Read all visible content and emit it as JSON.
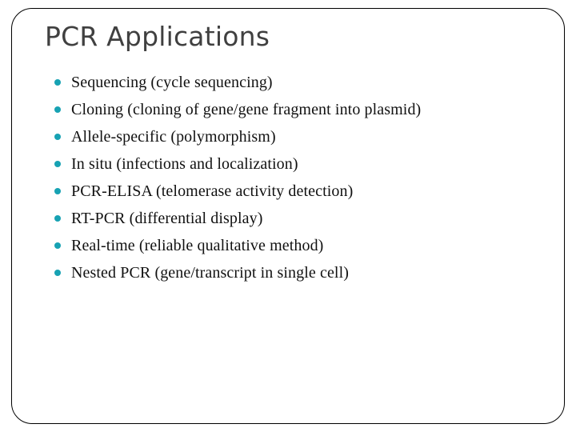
{
  "slide": {
    "title": "PCR Applications",
    "title_color": "#404040",
    "bullet_color": "#17A2B3",
    "text_color": "#111111",
    "border_color": "#000000",
    "background_color": "#ffffff",
    "bullets": [
      {
        "text": "Sequencing (cycle sequencing)"
      },
      {
        "text": "Cloning (cloning of gene/gene fragment into plasmid)"
      },
      {
        "text": "Allele-specific (polymorphism)"
      },
      {
        "text": "In situ (infections and localization)"
      },
      {
        "text": "PCR-ELISA (telomerase activity detection)"
      },
      {
        "text": "RT-PCR (differential display)"
      },
      {
        "text": "Real-time (reliable qualitative method)"
      },
      {
        "text": "Nested PCR (gene/transcript in single cell)"
      }
    ]
  }
}
